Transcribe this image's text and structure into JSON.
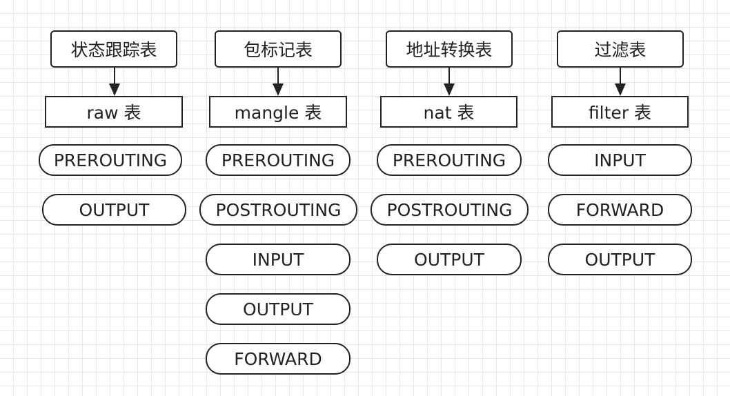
{
  "columns": [
    {
      "title": "状态跟踪表",
      "table": "raw 表",
      "chains": [
        "PREROUTING",
        "OUTPUT"
      ]
    },
    {
      "title": "包标记表",
      "table": "mangle 表",
      "chains": [
        "PREROUTING",
        "POSTROUTING",
        "INPUT",
        "OUTPUT",
        "FORWARD"
      ]
    },
    {
      "title": "地址转换表",
      "table": "nat 表",
      "chains": [
        "PREROUTING",
        "POSTROUTING",
        "OUTPUT"
      ]
    },
    {
      "title": "过滤表",
      "table": "filter 表",
      "chains": [
        "INPUT",
        "FORWARD",
        "OUTPUT"
      ]
    }
  ],
  "colors": {
    "stroke": "#222222",
    "fill": "#ffffff",
    "grid": "#e6e6e6"
  }
}
